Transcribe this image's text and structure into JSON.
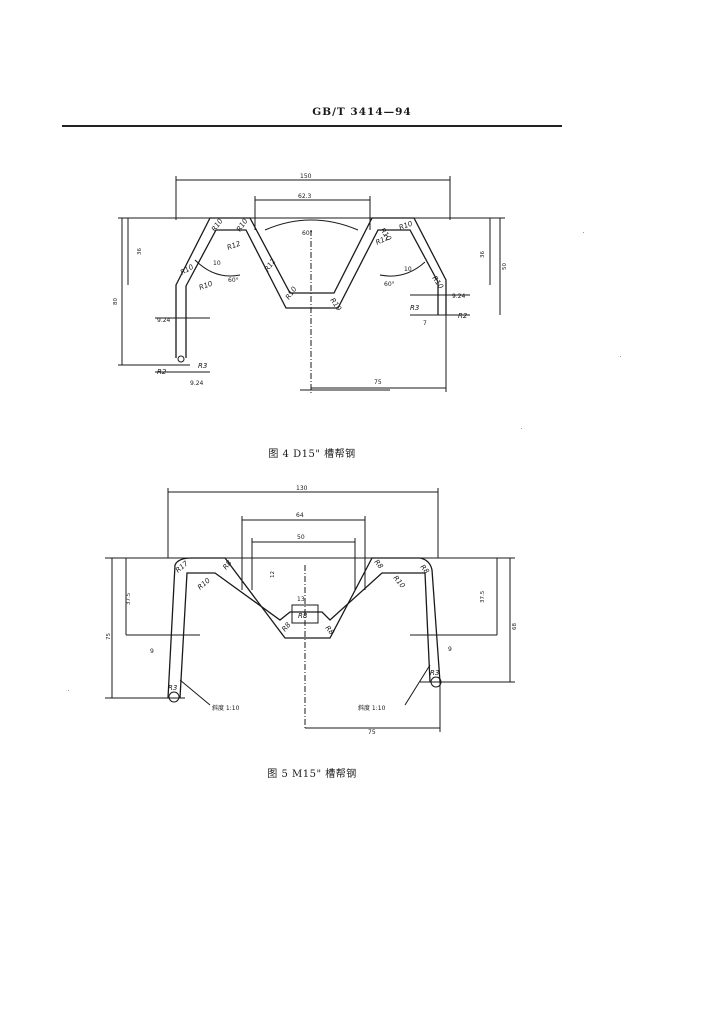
{
  "header": {
    "standard_code": "GB/T 3414—94"
  },
  "figure4": {
    "caption": "图 4  D15\" 槽帮钢",
    "dims": {
      "overall_width": "150",
      "top_opening": "62.3",
      "angle_top": "60°",
      "angle_left": "60°",
      "angle_right": "60°",
      "height_left": "36",
      "height_right": "36",
      "overall_height": "80",
      "right_height": "50",
      "web_10_left": "10",
      "web_10_right": "10",
      "flange_9_left": "9.24",
      "flange_9_bottom": "9.24",
      "flange_9_right": "9.24",
      "right_offset_7": "7",
      "half_width": "75"
    },
    "radii": {
      "r10_a": "R10",
      "r10_b": "R10",
      "r12_a": "R12",
      "r10_c": "R10",
      "r10_d": "R10",
      "r12_b": "R12",
      "r10_e": "R10",
      "r10_f": "R10",
      "r10_g": "R10",
      "r12_c": "R12",
      "r10_h": "R10",
      "r10_i": "R10",
      "r3_left": "R3",
      "r2_left": "R2",
      "r3_right": "R3",
      "r2_right": "R2"
    }
  },
  "figure5": {
    "caption": "图 5  M15\" 槽帮钢",
    "dims": {
      "overall_width": "130",
      "upper_opening": "64",
      "inner_opening": "50",
      "depth_12": "12",
      "bottom_13": "13",
      "height_left": "37.5",
      "height_right": "37.5",
      "overall_left": "75",
      "overall_right": "68",
      "flange_9_left": "9",
      "flange_9_right": "9",
      "taper_left": "斜度 1:10",
      "taper_right": "斜度 1:10",
      "half_width": "75"
    },
    "radii": {
      "r17": "R17",
      "r8_a": "R8",
      "r10_a": "R10",
      "r8_b": "R8",
      "r8_c": "R8",
      "r8_d": "R8",
      "r10_b": "R10",
      "r8_e": "R8",
      "r8_center": "R8",
      "r3_left": "R3",
      "r3_right": "R3"
    }
  }
}
